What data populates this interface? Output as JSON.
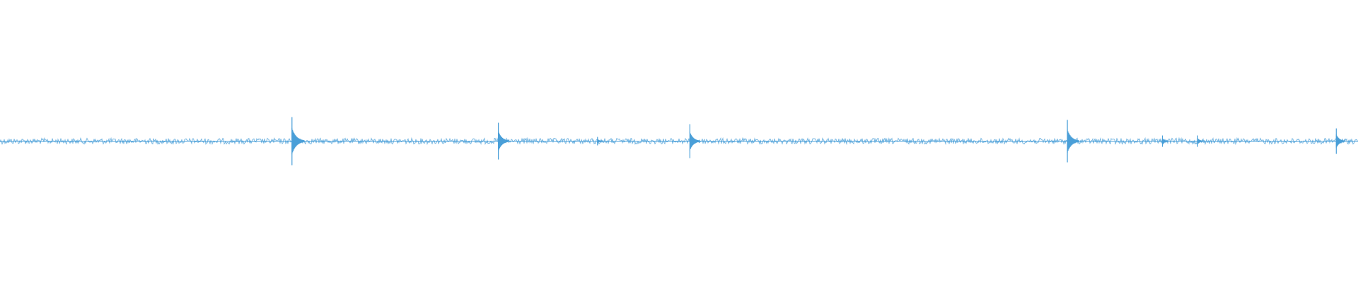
{
  "waveform": {
    "color": "#4a9fd8",
    "background": "#ffffff",
    "baseline_amplitude": 0.02,
    "peaks": [
      {
        "position": 0.215,
        "amplitude": 0.17
      },
      {
        "position": 0.367,
        "amplitude": 0.13
      },
      {
        "position": 0.44,
        "amplitude": 0.03
      },
      {
        "position": 0.508,
        "amplitude": 0.12
      },
      {
        "position": 0.786,
        "amplitude": 0.15
      },
      {
        "position": 0.856,
        "amplitude": 0.04
      },
      {
        "position": 0.882,
        "amplitude": 0.04
      },
      {
        "position": 0.984,
        "amplitude": 0.09
      }
    ]
  }
}
